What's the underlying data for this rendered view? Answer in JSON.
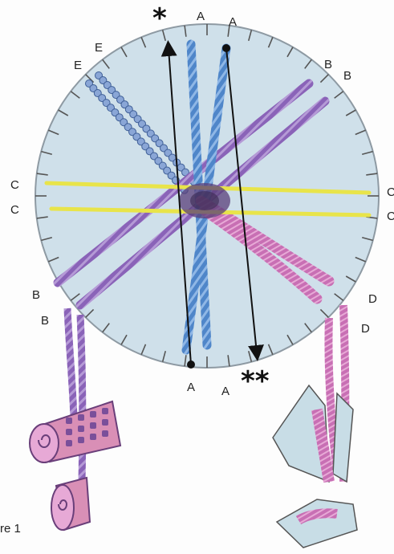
{
  "diagram": {
    "labels": {
      "a_top_left": "A",
      "a_top_right": "A",
      "a_bottom_left": "A",
      "a_bottom_right": "A",
      "b_top_1": "B",
      "b_top_2": "B",
      "b_left_1": "B",
      "b_left_2": "B",
      "c_left_1": "C",
      "c_left_2": "C",
      "c_right_1": "C",
      "c_right_2": "C",
      "d_right_1": "D",
      "d_right_2": "D",
      "e_1": "E",
      "e_2": "E"
    },
    "markers": {
      "single_star": "*",
      "double_star": "**"
    },
    "caption": "re 1",
    "colors": {
      "disc": "#cfe0ea",
      "blue_thread": "#4f86c9",
      "purple_thread": "#8a63b8",
      "pink_thread": "#c86fb4",
      "yellow_thread": "#e8e44a",
      "beaded_thread": "#8aa6d6",
      "bobbin_pink": "#d98fb6"
    }
  }
}
